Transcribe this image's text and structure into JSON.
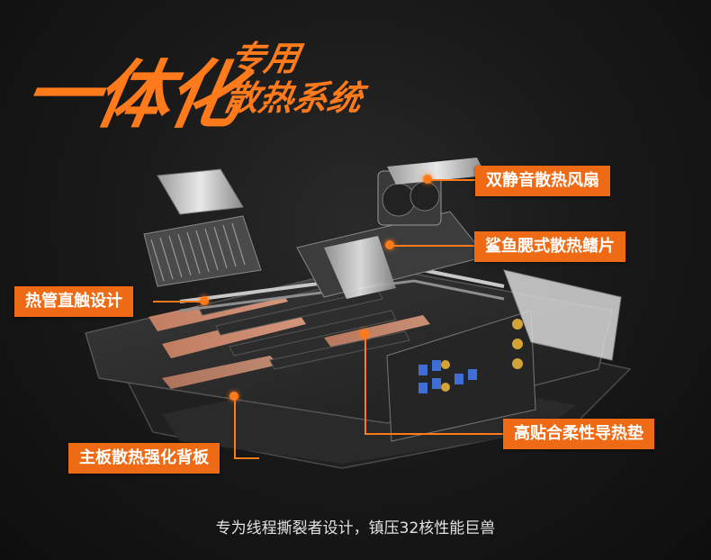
{
  "headline": {
    "main": "一体化",
    "line1": "专用",
    "line2": "散热系统"
  },
  "callouts": {
    "fan": "双静音散热风扇",
    "fins": "鲨鱼腮式散热鳍片",
    "heatpipe": "热管直触设计",
    "thermalpad": "高贴合柔性导热垫",
    "backplate": "主板散热强化背板"
  },
  "footer": "专为线程撕裂者设计，镇压32核性能巨兽",
  "colors": {
    "accent": "#ff7a1a",
    "label_bg": "#ef6a14",
    "background": "#161616"
  }
}
